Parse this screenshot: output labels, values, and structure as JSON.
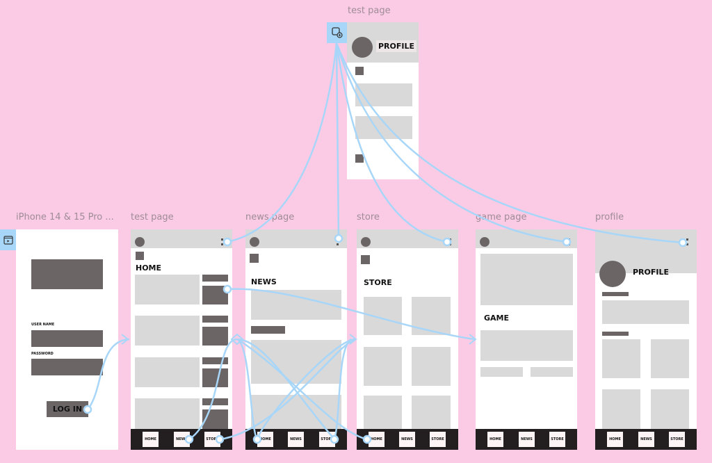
{
  "frames": {
    "top_test": {
      "title": "test page",
      "profile_label": "PROFILE"
    },
    "login": {
      "title": "iPhone 14 & 15 Pro ...",
      "username_label": "USER NAME",
      "password_label": "PASSWORD",
      "login_button": "LOG IN"
    },
    "test": {
      "title": "test page",
      "heading": "HOME"
    },
    "news": {
      "title": "news page",
      "heading": "NEWS"
    },
    "store": {
      "title": "store",
      "heading": "STORE"
    },
    "game": {
      "title": "game page",
      "heading": "GAME"
    },
    "profile": {
      "title": "profile",
      "heading": "PROFILE"
    }
  },
  "nav": {
    "home": "HOME",
    "news": "NEWS",
    "store": "STORE"
  },
  "colors": {
    "canvas": "#fbcbe6",
    "wire": "#a8d6f8",
    "dark": "#6b6665",
    "nav": "#231f20"
  }
}
